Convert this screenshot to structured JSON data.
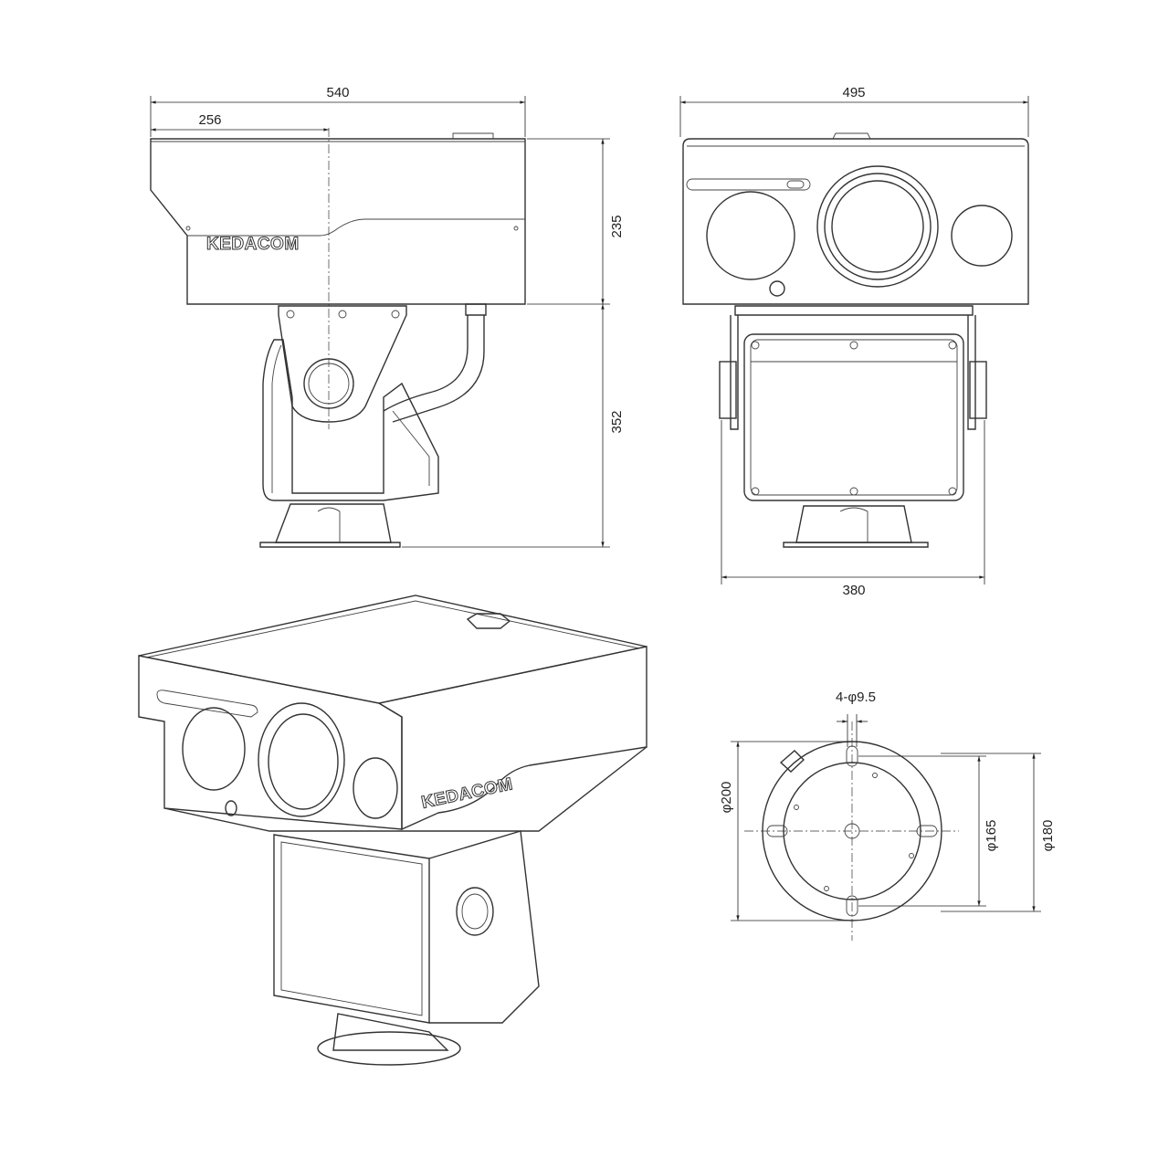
{
  "brand": "KEDACOM",
  "dimensions": {
    "side_total_width": "540",
    "side_partial_width": "256",
    "housing_height": "235",
    "pan_tilt_height": "352",
    "front_width": "495",
    "bracket_width": "380",
    "hole_spec": "4-φ9.5",
    "base_outer_diameter": "φ200",
    "bolt_circle_165": "φ165",
    "bolt_circle_180": "φ180"
  }
}
